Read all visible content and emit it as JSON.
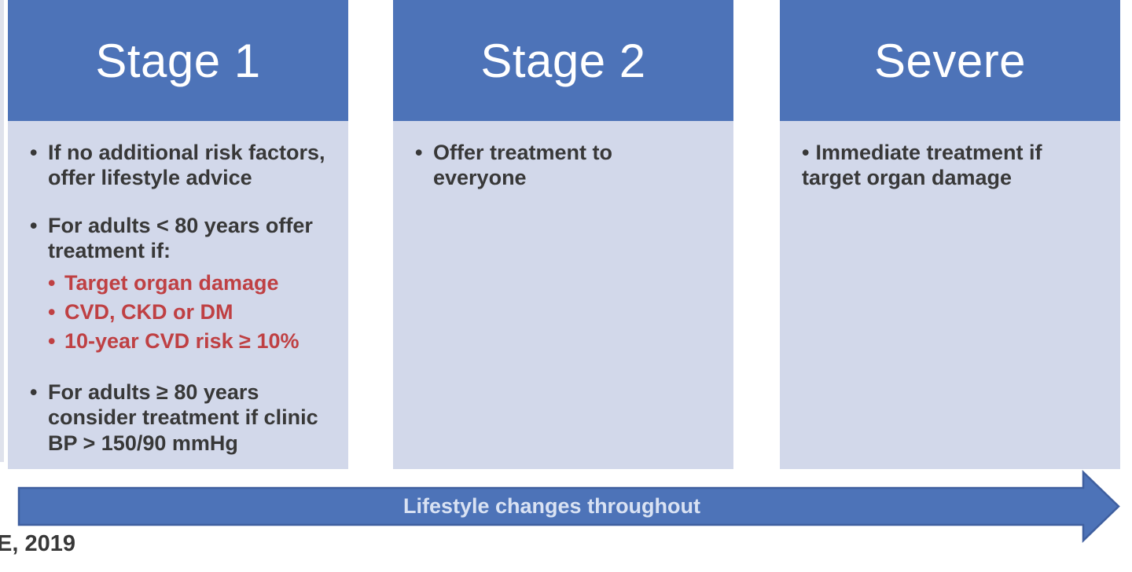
{
  "colors": {
    "accent": "#4d73b8",
    "panel": "#d2d8ea",
    "arrow_border": "#3f5f9f",
    "arrow_text": "#d9e2f3",
    "dark_text": "#383838",
    "red_text": "#bf4043"
  },
  "bullet_glyph": "•",
  "columns": [
    {
      "title": "Stage 1",
      "items": [
        {
          "text": "If no additional risk factors, offer lifestyle advice"
        },
        {
          "text": "For adults < 80 years offer treatment if:",
          "sub": [
            "Target organ damage",
            "CVD, CKD or DM",
            "10-year CVD risk ≥ 10%"
          ]
        },
        {
          "text": "For adults ≥ 80 years consider treatment if clinic BP > 150/90 mmHg"
        }
      ]
    },
    {
      "title": "Stage 2",
      "items": [
        {
          "text": "Offer treatment to everyone"
        }
      ]
    },
    {
      "title": "Severe",
      "items": [
        {
          "text": "Immediate treatment if target organ damage"
        }
      ]
    }
  ],
  "arrow": {
    "label": "Lifestyle changes throughout"
  },
  "footer": {
    "citation": "E, 2019"
  }
}
